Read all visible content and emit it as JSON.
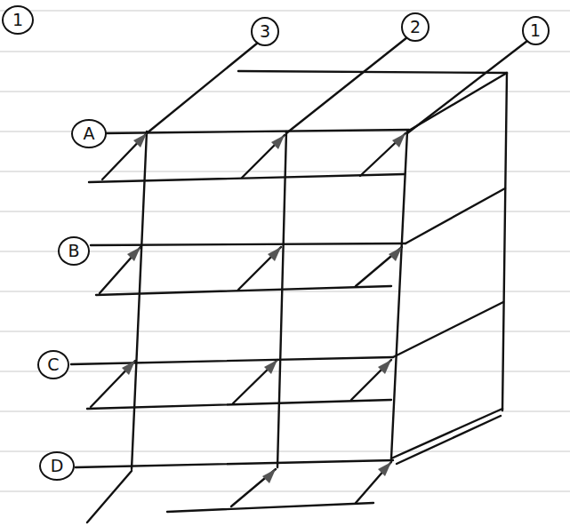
{
  "diagram": {
    "nodes": [
      {
        "text": [
          "1"
        ]
      },
      {
        "text": [
          "3"
        ]
      },
      {
        "text": [
          "2"
        ]
      },
      {
        "text": [
          "1"
        ]
      },
      {
        "text": [
          "A"
        ]
      },
      {
        "text": [
          "B"
        ]
      },
      {
        "text": [
          "C"
        ]
      },
      {
        "text": [
          "D"
        ]
      }
    ]
  }
}
